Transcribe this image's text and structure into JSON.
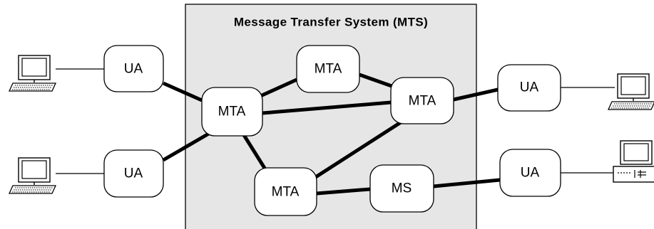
{
  "mts": {
    "title": "Message Transfer System (MTS)"
  },
  "nodes": {
    "ua_top_left": "UA",
    "ua_bottom_left": "UA",
    "ua_top_right": "UA",
    "ua_bottom_right": "UA",
    "mta_left": "MTA",
    "mta_top": "MTA",
    "mta_right": "MTA",
    "mta_bottom": "MTA",
    "ms": "MS"
  },
  "icons": {
    "terminal_top_left": "computer-terminal-icon",
    "terminal_bottom_left": "computer-terminal-icon",
    "terminal_top_right": "computer-terminal-icon",
    "terminal_bottom_right": "desktop-computer-icon"
  },
  "colors": {
    "mts_fill": "#e6e6e6",
    "line": "#000000",
    "node_fill": "#ffffff"
  }
}
